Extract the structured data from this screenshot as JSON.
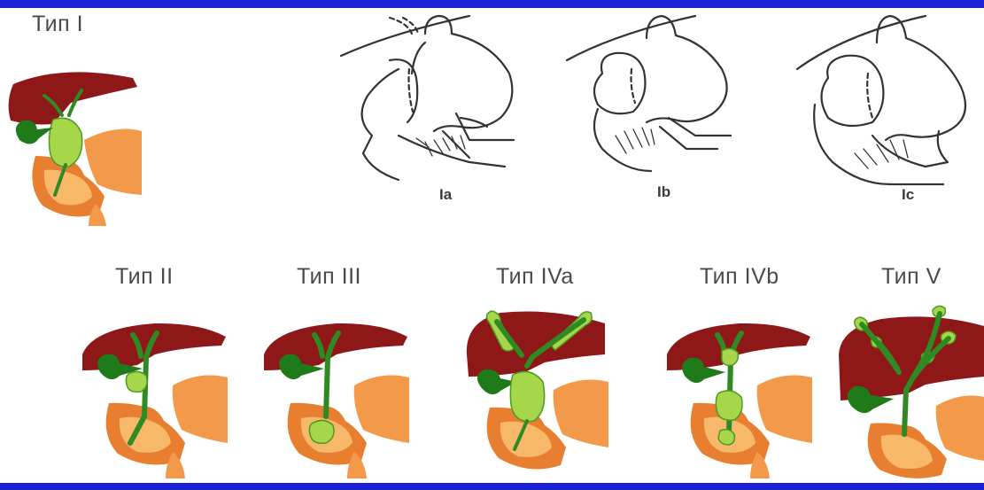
{
  "labels": {
    "type_1": "Тип I",
    "type_2": "Тип II",
    "type_3": "Тип III",
    "type_4a": "Тип IVa",
    "type_4b": "Тип IVb",
    "type_5": "Тип V"
  },
  "subtypes": {
    "ia": "Ia",
    "ib": "Ib",
    "ic": "Ic"
  },
  "colors": {
    "frame_blue": "#1a21d8",
    "liver": "#8e1818",
    "liver_shade": "#b23a3a",
    "bile_duct": "#2f8a24",
    "cyst": "#a6d64a",
    "gallbladder": "#1f7a1a",
    "pancreas": "#f39a4a",
    "pancreas_light": "#f8b86a",
    "duodenum": "#e87f30"
  }
}
